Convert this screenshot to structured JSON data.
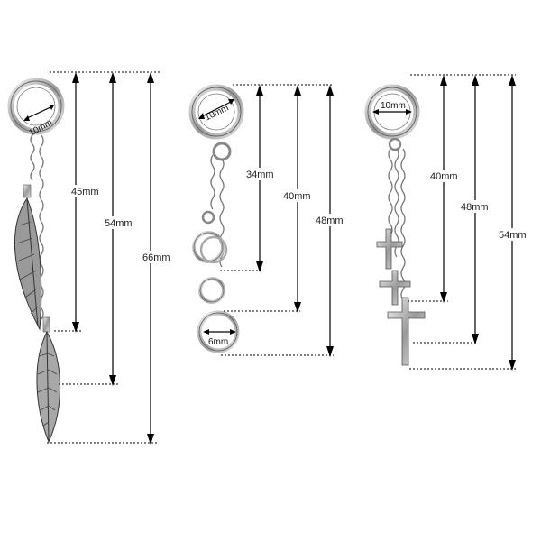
{
  "earrings": [
    {
      "name": "feather",
      "hoop_label": "10mm",
      "measurements": [
        "45mm",
        "54mm",
        "66mm"
      ]
    },
    {
      "name": "rings",
      "hoop_label": "10mm",
      "small_ring_label": "6mm",
      "measurements": [
        "34mm",
        "40mm",
        "48mm"
      ]
    },
    {
      "name": "crosses",
      "hoop_label": "10mm",
      "measurements": [
        "40mm",
        "48mm",
        "54mm"
      ]
    }
  ],
  "colors": {
    "metal": "#b8b8b8",
    "metal_dark": "#555555",
    "line": "#000000"
  }
}
